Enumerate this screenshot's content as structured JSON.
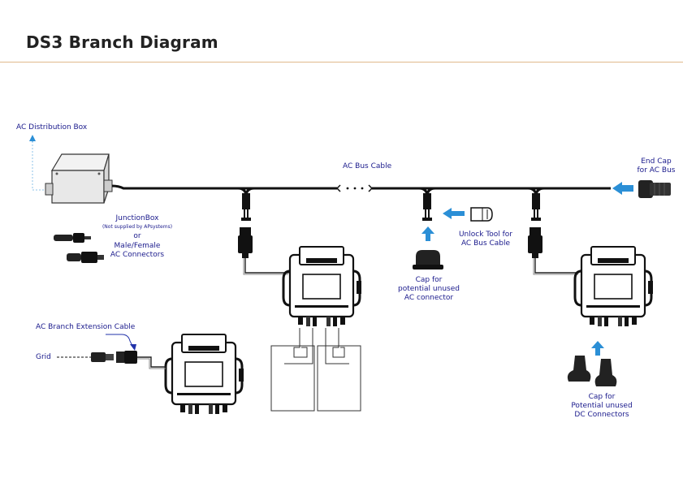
{
  "title": "DS3 Branch Diagram",
  "labels": {
    "ac_distribution_box": "AC Distribution Box",
    "ac_bus_cable": "AC Bus Cable",
    "end_cap_line1": "End Cap",
    "end_cap_line2": "for AC Bus",
    "junction_box": "JunctionBox",
    "not_supplied": "(Not supplied by APsystems)",
    "or": "or",
    "male_female": "Male/Female",
    "ac_connectors": "AC Connectors",
    "unlock_line1": "Unlock Tool for",
    "unlock_line2": "AC Bus Cable",
    "cap_ac_line1": "Cap for",
    "cap_ac_line2": "potential unused",
    "cap_ac_line3": "AC connector",
    "ac_branch_extension": "AC Branch Extension Cable",
    "grid": "Grid",
    "cap_dc_line1": "Cap for",
    "cap_dc_line2": "Potential unused",
    "cap_dc_line3": "DC Connectors"
  },
  "colors": {
    "label_text": "#1a1a8c",
    "arrow_blue": "#2b8fd6",
    "cable": "#1a1a1a",
    "rule": "#e0b98c"
  },
  "icons": [
    "junction-box-icon",
    "microinverter-icon",
    "pv-panel-icon",
    "end-cap-icon",
    "unlock-tool-icon",
    "ac-cap-icon",
    "dc-cap-icon",
    "connector-icon"
  ]
}
